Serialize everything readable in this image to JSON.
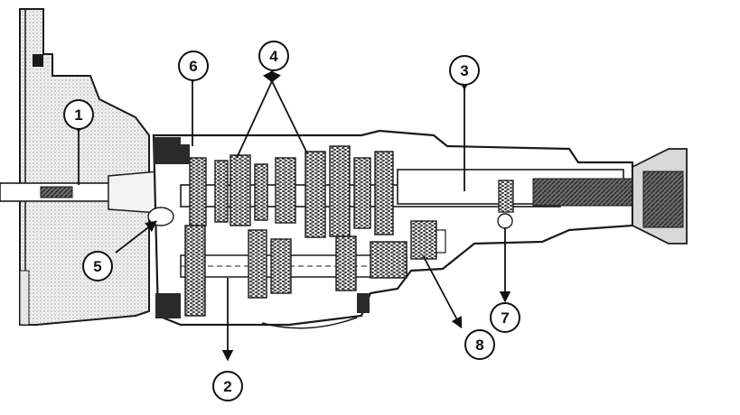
{
  "diagram": {
    "colors": {
      "ink": "#1a1a1a",
      "bg": "#ffffff",
      "shade": "#d9d9d9",
      "dark": "#3a3a3a"
    },
    "callouts": [
      {
        "id": "c1",
        "label": "1"
      },
      {
        "id": "c2",
        "label": "2"
      },
      {
        "id": "c3",
        "label": "3"
      },
      {
        "id": "c4",
        "label": "4"
      },
      {
        "id": "c5",
        "label": "5"
      },
      {
        "id": "c6",
        "label": "6"
      },
      {
        "id": "c7",
        "label": "7"
      },
      {
        "id": "c8",
        "label": "8"
      }
    ]
  }
}
